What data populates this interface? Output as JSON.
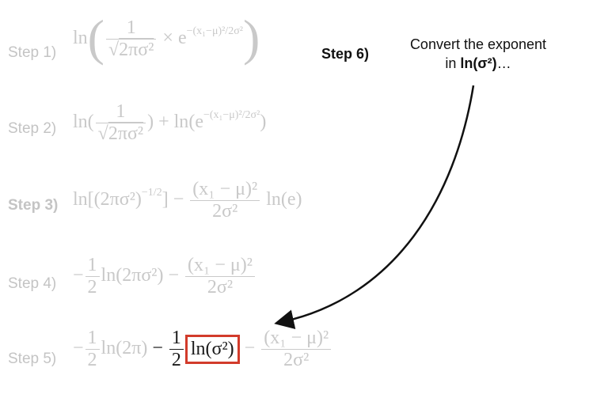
{
  "steps": [
    {
      "label": "Step 1)",
      "bold": false
    },
    {
      "label": "Step 2)",
      "bold": false
    },
    {
      "label": "Step 3)",
      "bold": true
    },
    {
      "label": "Step 4)",
      "bold": false
    },
    {
      "label": "Step 5)",
      "bold": false
    }
  ],
  "step6": {
    "label": "Step 6)"
  },
  "note": {
    "line1": "Convert the exponent",
    "line2_prefix": "in ",
    "line2_term": "ln(σ²)",
    "line2_suffix": "…"
  },
  "eq": {
    "ln": "ln",
    "one": "1",
    "sqrt_arg": "2πσ²",
    "times": "×",
    "e": "e",
    "exp1": "−(x₁−μ)²/2σ²",
    "plus": "+",
    "minus": "−",
    "bracket_arg": "(2πσ²)",
    "exp_half": "−1/2",
    "num_sq": "(x₁ − μ)²",
    "den_2s2": "2σ²",
    "ln_e": "ln(e)",
    "two": "2",
    "ln_2pis2": "ln(2πσ²)",
    "ln_2pi": "ln(2π)",
    "ln_s2": "ln(σ²)"
  },
  "colors": {
    "highlight": "#d23b2b",
    "faded": "#c9c9c9",
    "text": "#111111"
  }
}
